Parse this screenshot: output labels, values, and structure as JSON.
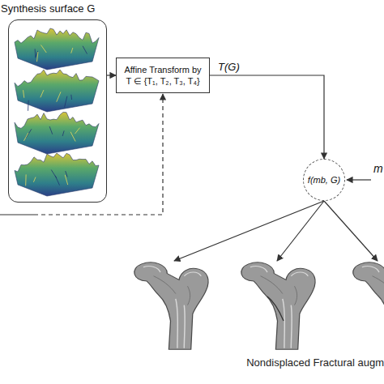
{
  "diagram": {
    "caption": "Nondisplaced Fractural augm",
    "nodes": [
      {
        "text": [
          "Synthesis surface G"
        ]
      },
      {
        "text": [
          "Affine Transform by",
          "T ∈ {T₁, T₂, T₃, T₄}"
        ]
      },
      {
        "text": [
          "f(mb, G)"
        ]
      }
    ],
    "edges": [
      {
        "from": 0,
        "to": 1,
        "arrow": "to"
      },
      {
        "from": 1,
        "to": 2,
        "label": "T(G)",
        "arrow": "to"
      }
    ],
    "labels": [
      "m"
    ]
  }
}
